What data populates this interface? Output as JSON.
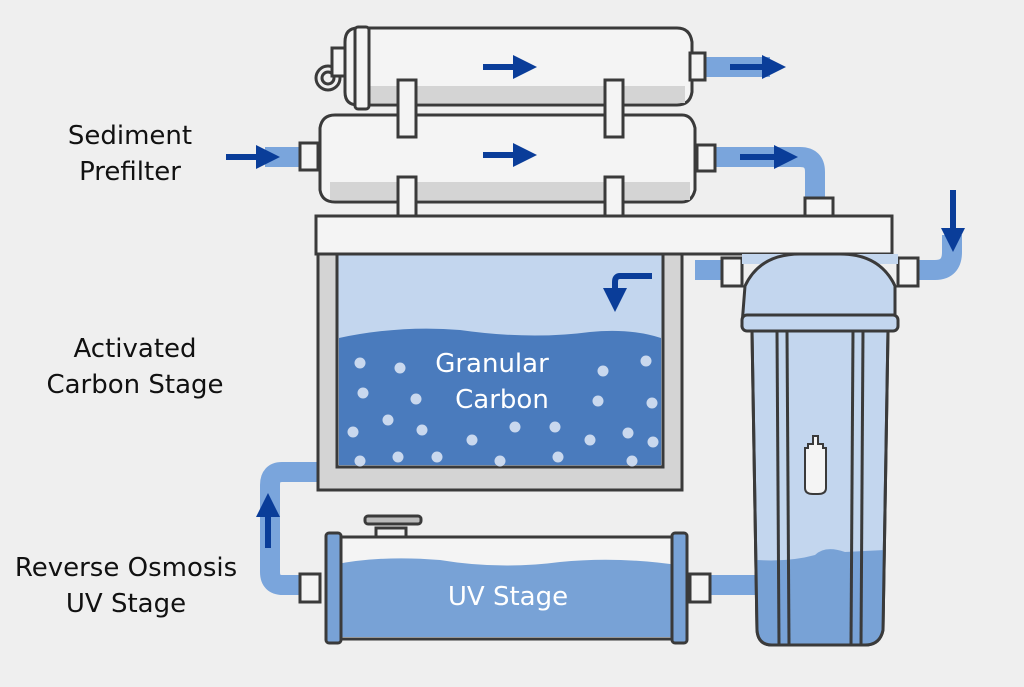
{
  "diagram": {
    "title": "Water filtration system",
    "labels": {
      "sediment_line1": "Sediment",
      "sediment_line2": "Prefilter",
      "carbon_line1": "Activated",
      "carbon_line2": "Carbon Stage",
      "ro_line1": "Reverse Osmosis",
      "ro_line2": "UV Stage"
    },
    "inner_labels": {
      "granular_line1": "Granular",
      "granular_line2": "Carbon",
      "uv": "UV Stage"
    },
    "colors": {
      "background": "#efefef",
      "outline": "#3a3a3a",
      "pipe": "#7aa5dc",
      "arrow": "#0a3d99",
      "water_light": "#c3d6ee",
      "water_dark": "#4a7bbd",
      "water_mid": "#78a2d6",
      "housing": "#f4f4f4",
      "shade": "#d4d4d4"
    }
  }
}
